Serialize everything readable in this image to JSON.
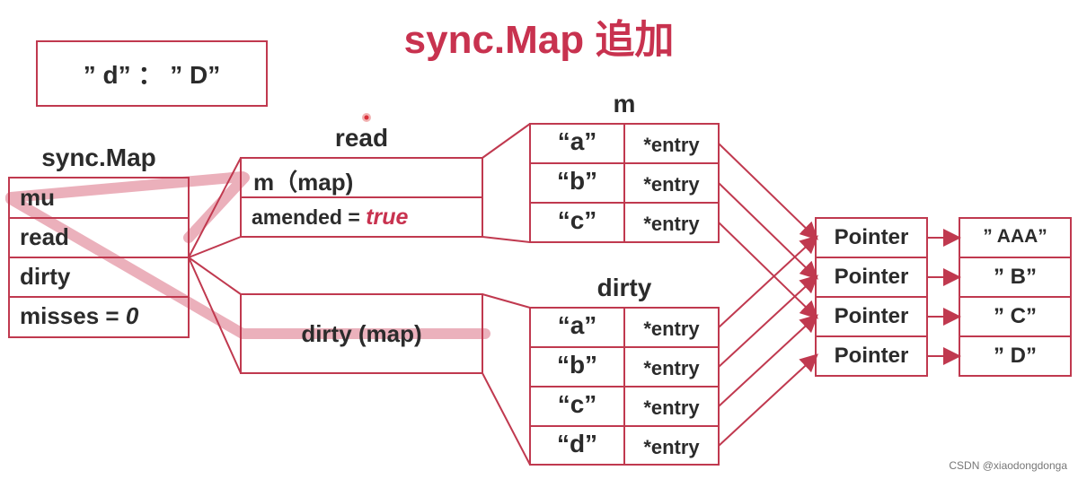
{
  "title": "sync.Map 追加",
  "new_entry": {
    "text": "” d” ： ” D”"
  },
  "sync_map": {
    "label": "sync.Map",
    "fields": [
      "mu",
      "read",
      "dirty",
      "misses ="
    ],
    "misses_value": "0"
  },
  "read": {
    "label": "read",
    "m_row": "m（map)",
    "amended_label": "amended  =",
    "amended_value": "true"
  },
  "dirty_box": {
    "text": "dirty (map)"
  },
  "m_map": {
    "label": "m",
    "rows": [
      {
        "key": "“a”",
        "value": "*entry"
      },
      {
        "key": "“b”",
        "value": "*entry"
      },
      {
        "key": "“c”",
        "value": "*entry"
      }
    ]
  },
  "dirty_map": {
    "label": "dirty",
    "rows": [
      {
        "key": "“a”",
        "value": "*entry"
      },
      {
        "key": "“b”",
        "value": "*entry"
      },
      {
        "key": "“c”",
        "value": "*entry"
      },
      {
        "key": "“d”",
        "value": "*entry"
      }
    ]
  },
  "pointers": [
    "Pointer",
    "Pointer",
    "Pointer",
    "Pointer"
  ],
  "values": [
    "” AAA”",
    "”  B”",
    "”  C”",
    "”  D”"
  ],
  "watermark": "CSDN @xiaodongdonga",
  "colors": {
    "accent": "#c8324f",
    "border": "#c0394f",
    "highlight": "#e8a3b0"
  }
}
